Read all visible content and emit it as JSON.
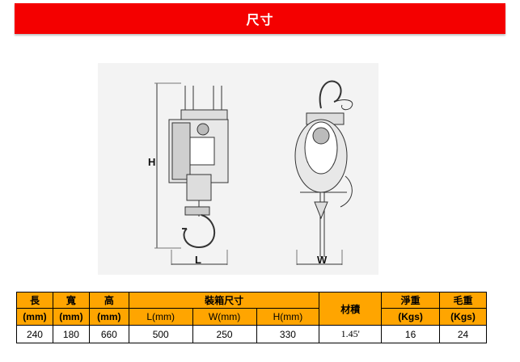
{
  "page": {
    "title": "尺寸"
  },
  "drawing": {
    "label_H": "H",
    "label_L": "L",
    "label_W": "W"
  },
  "table": {
    "headers": {
      "length": "長",
      "width": "寬",
      "height": "高",
      "packing": "裝箱尺寸",
      "material": "材積",
      "net_weight": "淨重",
      "gross_weight": "毛重"
    },
    "units": {
      "length": "(mm)",
      "width": "(mm)",
      "height": "(mm)",
      "pack_L": "L(mm)",
      "pack_W": "W(mm)",
      "pack_H": "H(mm)",
      "net_weight": "(Kgs)",
      "gross_weight": "(Kgs)"
    },
    "values": {
      "length": "240",
      "width": "180",
      "height": "660",
      "pack_L": "500",
      "pack_W": "250",
      "pack_H": "330",
      "material": "1.45'",
      "net_weight": "16",
      "gross_weight": "24"
    }
  }
}
